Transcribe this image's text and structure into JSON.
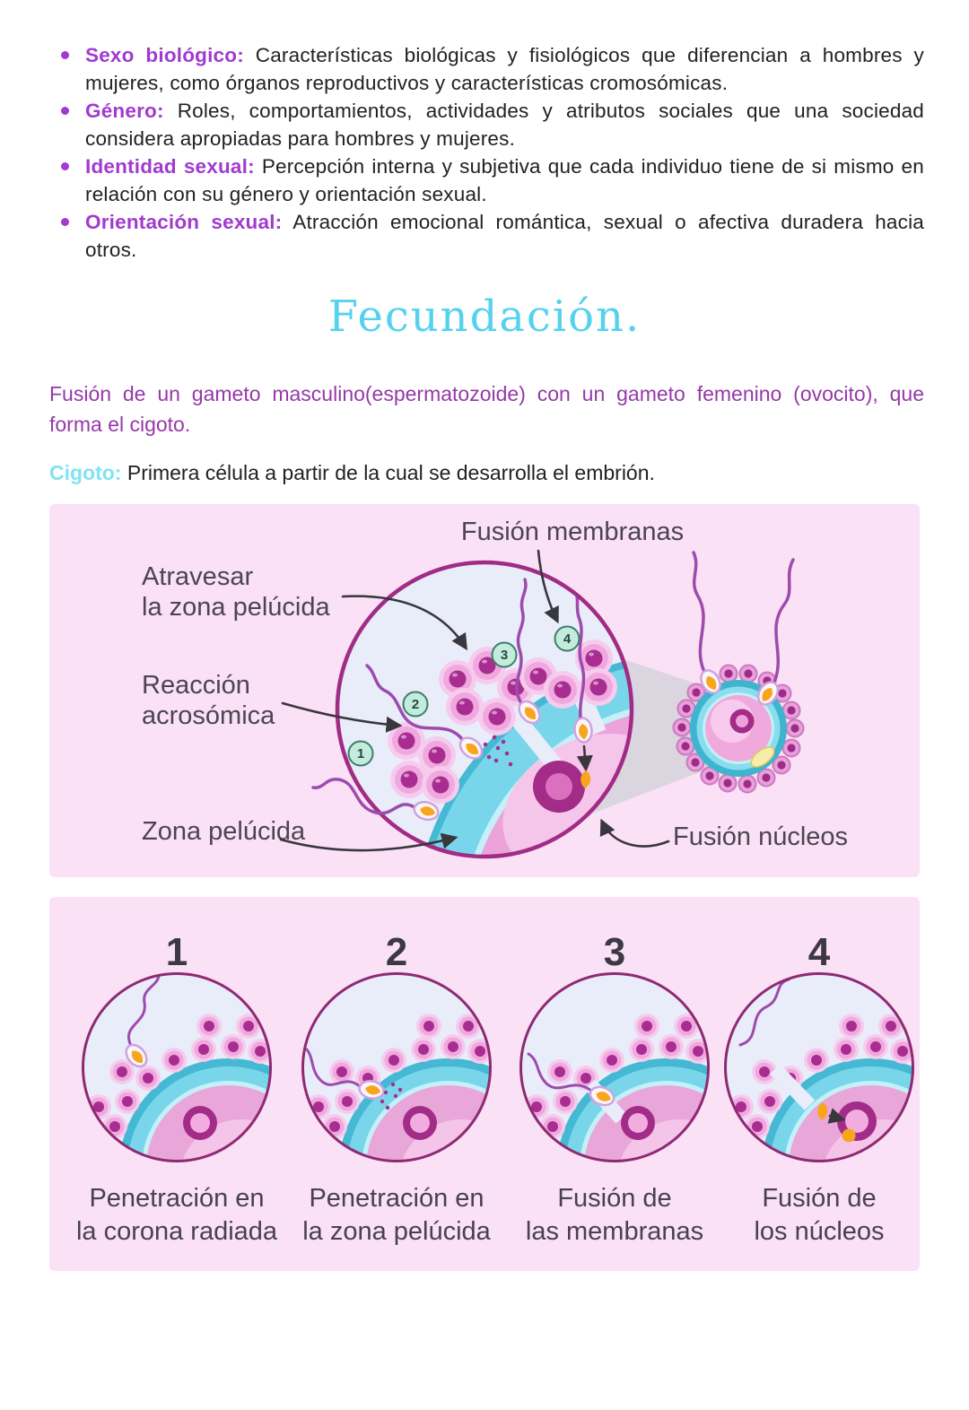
{
  "definitions": {
    "items": [
      {
        "term": "Sexo biológico:",
        "text": " Características biológicas y fisiológicos que diferencian a hombres y mujeres, como órganos reproductivos y características cromosómicas."
      },
      {
        "term": "Género:",
        "text": " Roles, comportamientos, actividades y atributos sociales que una sociedad considera apropiadas para hombres y mujeres."
      },
      {
        "term": "Identidad sexual:",
        "text": " Percepción interna y subjetiva que cada individuo tiene de si mismo en relación con su género y orientación sexual."
      },
      {
        "term": "Orientación sexual:",
        "text": " Atracción emocional romántica, sexual o afectiva duradera hacia otros."
      }
    ]
  },
  "section": {
    "title": "Fecundación.",
    "intro": "Fusión de un gameto masculino(espermatozoide) con un gameto femenino (ovocito), que forma el cigoto.",
    "zygote_term": "Cigoto:",
    "zygote_text": " Primera célula a partir de la cual se desarrolla el embrión."
  },
  "diagram1": {
    "labels": {
      "fusion_membranas": "Fusión membranas",
      "atravesar_line1": "Atravesar",
      "atravesar_line2": "la zona pelúcida",
      "reaccion_line1": "Reacción",
      "reaccion_line2": "acrosómica",
      "zona_pelucida": "Zona pelúcida",
      "fusion_nucleos": "Fusión núcleos"
    },
    "badges": [
      "1",
      "2",
      "3",
      "4"
    ]
  },
  "diagram2": {
    "stages": [
      {
        "number": "1",
        "caption1": "Penetración en",
        "caption2": "la corona radiada"
      },
      {
        "number": "2",
        "caption1": "Penetración en",
        "caption2": "la zona pelúcida"
      },
      {
        "number": "3",
        "caption1": "Fusión de",
        "caption2": "las membranas"
      },
      {
        "number": "4",
        "caption1": "Fusión de",
        "caption2": "los núcleos"
      }
    ]
  },
  "colors": {
    "page_background": "#FFFFFF",
    "panel_background": "#FBE1F6",
    "term_purple": "#A23AD0",
    "body_text": "#212126",
    "title_cyan": "#55D2ED",
    "intro_purple": "#9639A8",
    "zygote_cyan": "#80E3F3",
    "diagram_label": "#4B4551",
    "circle_outline": "#A02C85",
    "circle_interior": "#E9EDFA",
    "zona_teal": "#79D6EA",
    "egg_pink": "#ECA3DA",
    "cell_nucleus_magenta": "#A92D90",
    "sperm_tail_purple": "#9D4BAD",
    "acrosome_orange": "#F7A61B",
    "badge_mint": "#C4ECDC"
  }
}
